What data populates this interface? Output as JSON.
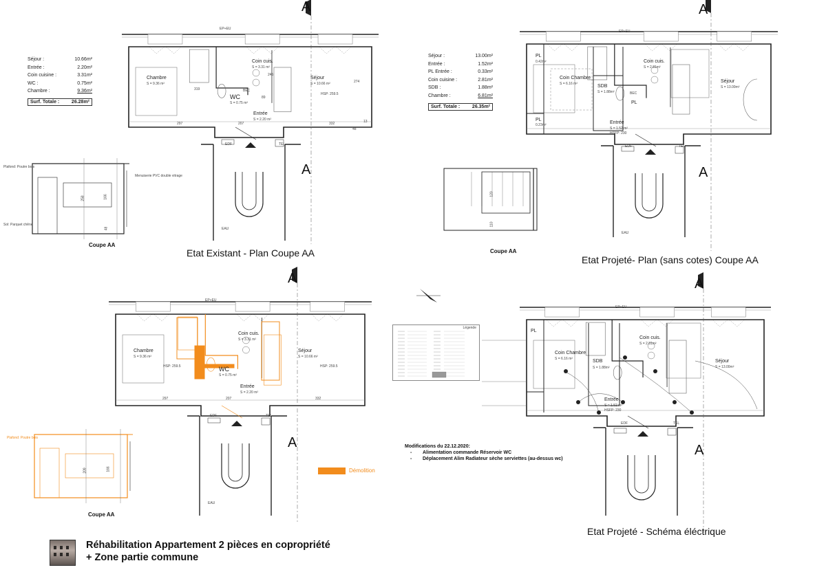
{
  "colors": {
    "line": "#222222",
    "demolition": "#f28c1c"
  },
  "section_marker": "A",
  "existing": {
    "title": "Etat Existant - Plan Coupe AA",
    "areas": [
      {
        "label": "Séjour :",
        "value": "10.66m²"
      },
      {
        "label": "Entrée :",
        "value": "2.20m²"
      },
      {
        "label": "Coin cuisine :",
        "value": "3.31m²"
      },
      {
        "label": "WC :",
        "value": "0.75m²"
      },
      {
        "label": "Chambre :",
        "value": "9.36m²"
      }
    ],
    "total": {
      "label": "Surf. Totale :",
      "value": "26.28m²"
    },
    "rooms": {
      "chambre": "Chambre",
      "chambre_s": "S = 9.36 m²",
      "cuisine": "Coin cuis.",
      "cuisine_s": "S = 3.31 m²",
      "sejour": "Séjour",
      "sejour_s": "S = 10.66 m²",
      "hsp": "HSP: 259.5",
      "wc": "WC",
      "wc_s": "S = 0.75 m²",
      "entree": "Entrée",
      "entree_s": "S = 2.20 m²"
    },
    "tags": {
      "ep_eu": "EP+EU",
      "edf": "EDF",
      "tel": "TEL",
      "eau": "EAU",
      "bec": "BEC"
    },
    "dims": [
      "297",
      "207",
      "332",
      "274",
      "319",
      "245",
      "89",
      "13",
      "48"
    ],
    "section": {
      "label": "Coupe AA",
      "ceiling": "Plafond: Poutre bois",
      "floor": "Sol: Parquet chêne",
      "window": "Menuiserie PVC double vitrage",
      "h1": "258",
      "h2": "166",
      "h3": "48"
    }
  },
  "projected": {
    "title": "Etat Projeté- Plan (sans cotes) Coupe AA",
    "areas": [
      {
        "label": "Séjour :",
        "value": "13.00m²"
      },
      {
        "label": "Entrée :",
        "value": "1.52m²"
      },
      {
        "label": "PL Entrée :",
        "value": "0.33m²"
      },
      {
        "label": "Coin cuisine :",
        "value": "2.81m²"
      },
      {
        "label": "SDB :",
        "value": "1.88m²"
      },
      {
        "label": "Chambre :",
        "value": "6.81m²"
      }
    ],
    "total": {
      "label": "Surf. Totale :",
      "value": "26.35m²"
    },
    "rooms": {
      "pl1": "PL",
      "pl1_s": "0.42m²",
      "pl2": "PL",
      "pl2_s": "0.23m²",
      "pl3": "PL",
      "chambre": "Coin Chambre",
      "chambre_s": "S = 6.16 m²",
      "sdb": "SDB",
      "sdb_s": "S = 1.88m²",
      "cuisine": "Coin cuis.",
      "cuisine_s": "S = 2.81m²",
      "sejour": "Séjour",
      "sejour_s": "S = 13.00m²",
      "entree": "Entrée",
      "entree_s": "S = 1.52 m²",
      "hsfp": "HSFP: 230",
      "bec": "BEC"
    },
    "tags": {
      "ep_eu": "EP+EU",
      "edf": "EDF",
      "tel": "TEL",
      "eau": "EAU"
    },
    "section": {
      "label": "Coupe AA",
      "h1": "120",
      "h2": "110"
    }
  },
  "demolition": {
    "rooms": {
      "chambre": "Chambre",
      "chambre_s": "S = 9.36 m²",
      "cuisine": "Coin cuis.",
      "cuisine_s": "S = 3.31 m²",
      "sejour": "Séjour",
      "sejour_s": "S = 10.66 m²",
      "wc": "WC",
      "wc_s": "S = 0.75 m²",
      "entree": "Entrée",
      "entree_s": "S = 2.20 m²",
      "hsp": "HSP: 259.5"
    },
    "tags": {
      "ep_eu": "EP+EU",
      "edf": "EDF",
      "tel": "TEL",
      "eau": "EAU"
    },
    "dims": [
      "297",
      "207",
      "332"
    ],
    "section": {
      "label": "Coupe AA",
      "ceiling": "Plafond: Poutre bois",
      "h1": "209",
      "h2": "166"
    },
    "legend_label": "Démolition"
  },
  "electrical": {
    "title": "Etat Projeté - Schéma éléctrique",
    "rooms": {
      "pl": "PL",
      "chambre": "Coin Chambre",
      "chambre_s": "S = 6.16 m²",
      "sdb": "SDB",
      "sdb_s": "S = 1.88m²",
      "cuisine": "Coin cuis.",
      "cuisine_s": "S = 2.81m²",
      "sejour": "Séjour",
      "sejour_s": "S = 13.00m²",
      "entree": "Entrée",
      "entree_s": "S = 1.52 m²",
      "hsfp": "HSFP: 230"
    },
    "tags": {
      "ep_eu": "EP+EU",
      "edf": "EDF",
      "tel": "TEL"
    },
    "legend_title": "Légende"
  },
  "modifications": {
    "title": "Modifications du 22.12.2020:",
    "items": [
      "Alimentation commande Réservoir WC",
      "Déplacement Alim Radiateur sèche serviettes (au-dessus wc)"
    ]
  },
  "project": {
    "line1": "Réhabilitation Appartement 2 pièces en copropriété",
    "line2": "+ Zone partie commune"
  }
}
